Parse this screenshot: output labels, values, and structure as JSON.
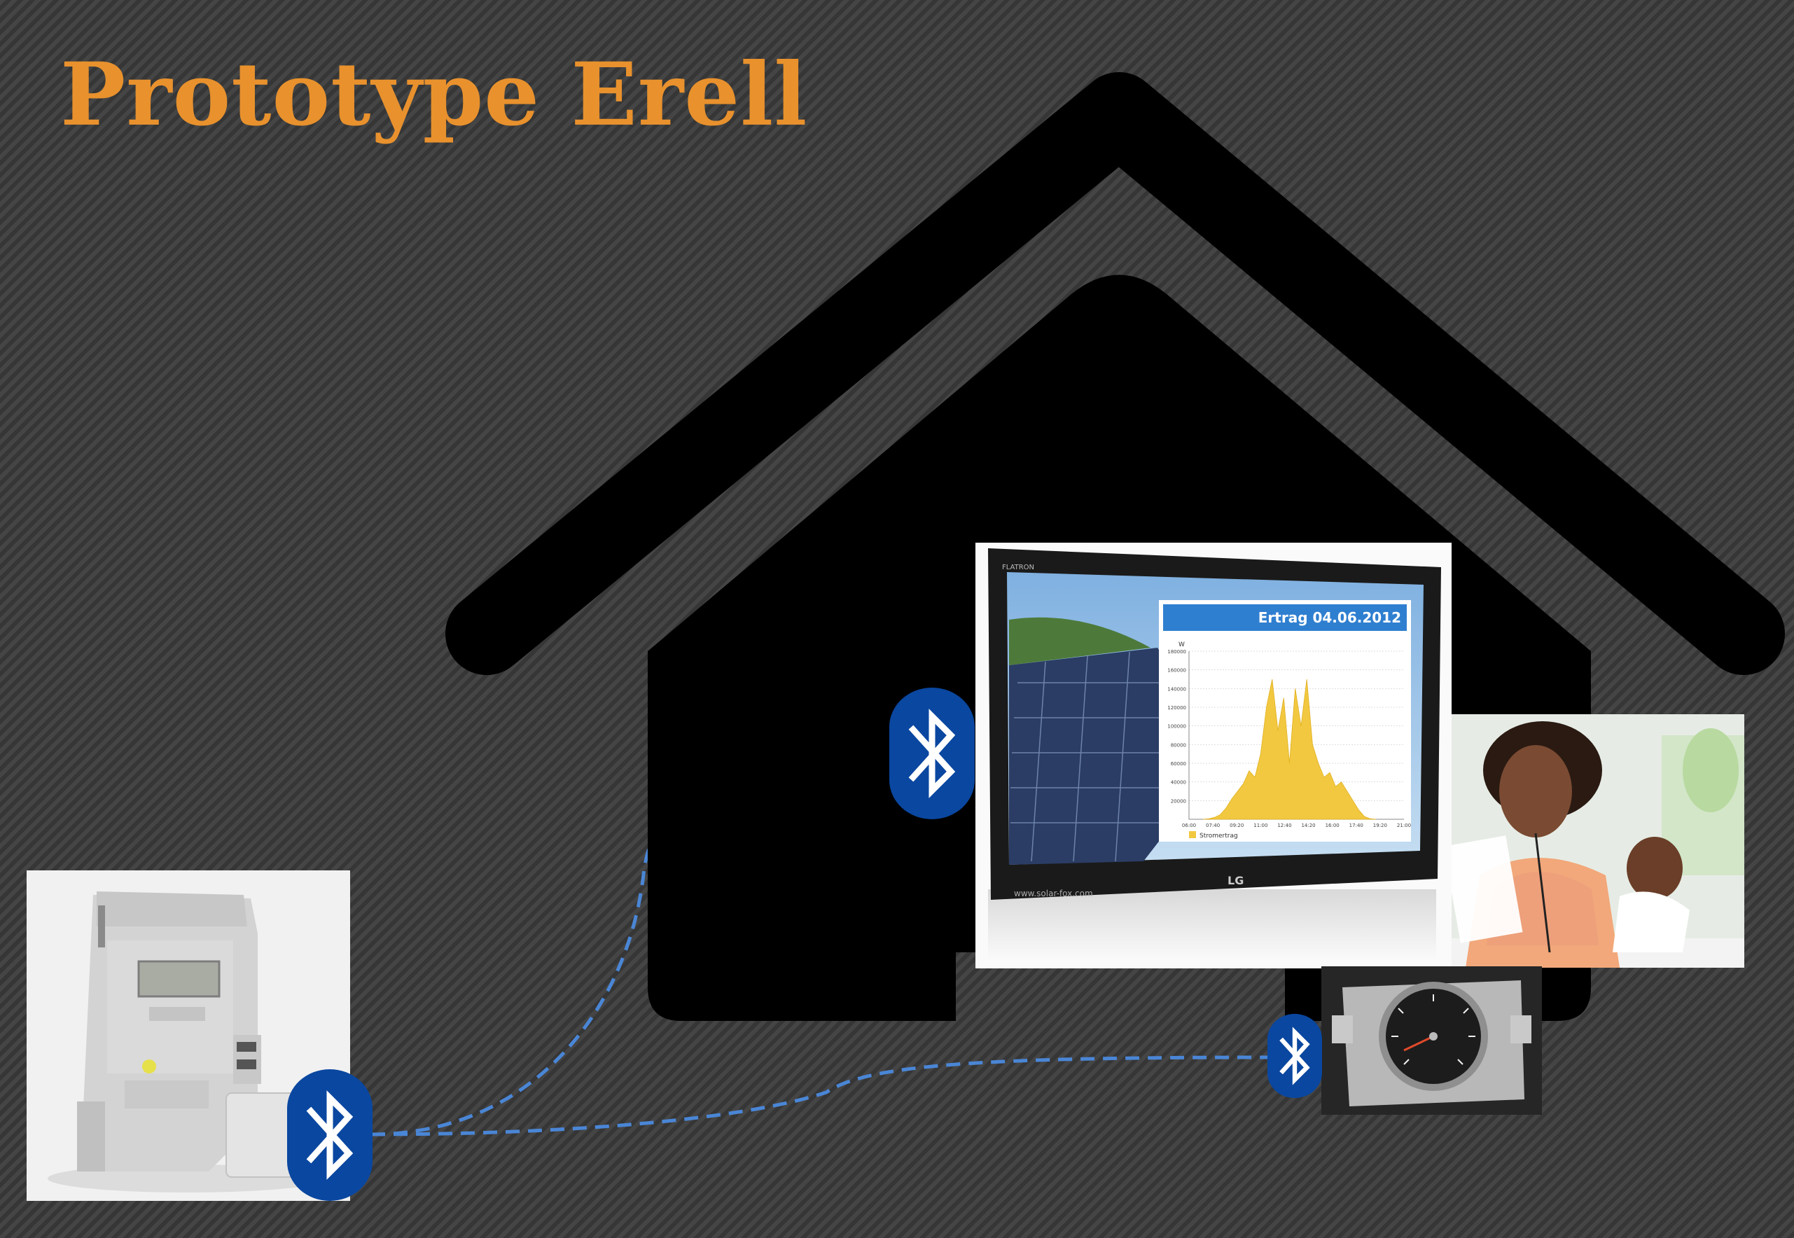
{
  "slide": {
    "title": "Prototype Erell",
    "title_color": "#e8912d",
    "background_color": "#3d3d3d"
  },
  "house": {
    "icon": "house-icon",
    "color": "#000000"
  },
  "devices": {
    "meter": {
      "icon": "electricity-meter-photo"
    },
    "monitor": {
      "brand": "LG",
      "model_label": "FLATRON",
      "website": "www.solar-fox.com",
      "chart_title": "Ertrag 04.06.2012",
      "legend_label": "Stromertrag",
      "y_unit": "W",
      "accent": "#2f7fd0",
      "series_color": "#f2c840"
    },
    "person": {
      "icon": "woman-with-baby-phone-photo"
    },
    "gauge": {
      "icon": "speedometer-gauge-photo"
    }
  },
  "connections": {
    "icon": "bluetooth-icon",
    "badge_color": "#0a47a0",
    "line_color": "#4a86d6"
  },
  "chart_data": {
    "type": "area",
    "title": "Ertrag 04.06.2012",
    "ylabel": "W",
    "ylim": [
      0,
      180000
    ],
    "yticks": [
      "180000",
      "160000",
      "140000",
      "120000",
      "100000",
      "80000",
      "60000",
      "40000",
      "20000"
    ],
    "xticks": [
      "06:00",
      "07:40",
      "09:20",
      "11:00",
      "12:40",
      "14:20",
      "16:00",
      "17:40",
      "19:20",
      "21:00"
    ],
    "series": [
      {
        "name": "Stromertrag",
        "values": [
          0,
          500,
          2000,
          5000,
          12000,
          22000,
          30000,
          38000,
          52000,
          45000,
          70000,
          120000,
          150000,
          95000,
          130000,
          60000,
          140000,
          100000,
          150000,
          80000,
          60000,
          45000,
          50000,
          35000,
          40000,
          30000,
          20000,
          10000,
          3000,
          500,
          0
        ]
      }
    ]
  }
}
